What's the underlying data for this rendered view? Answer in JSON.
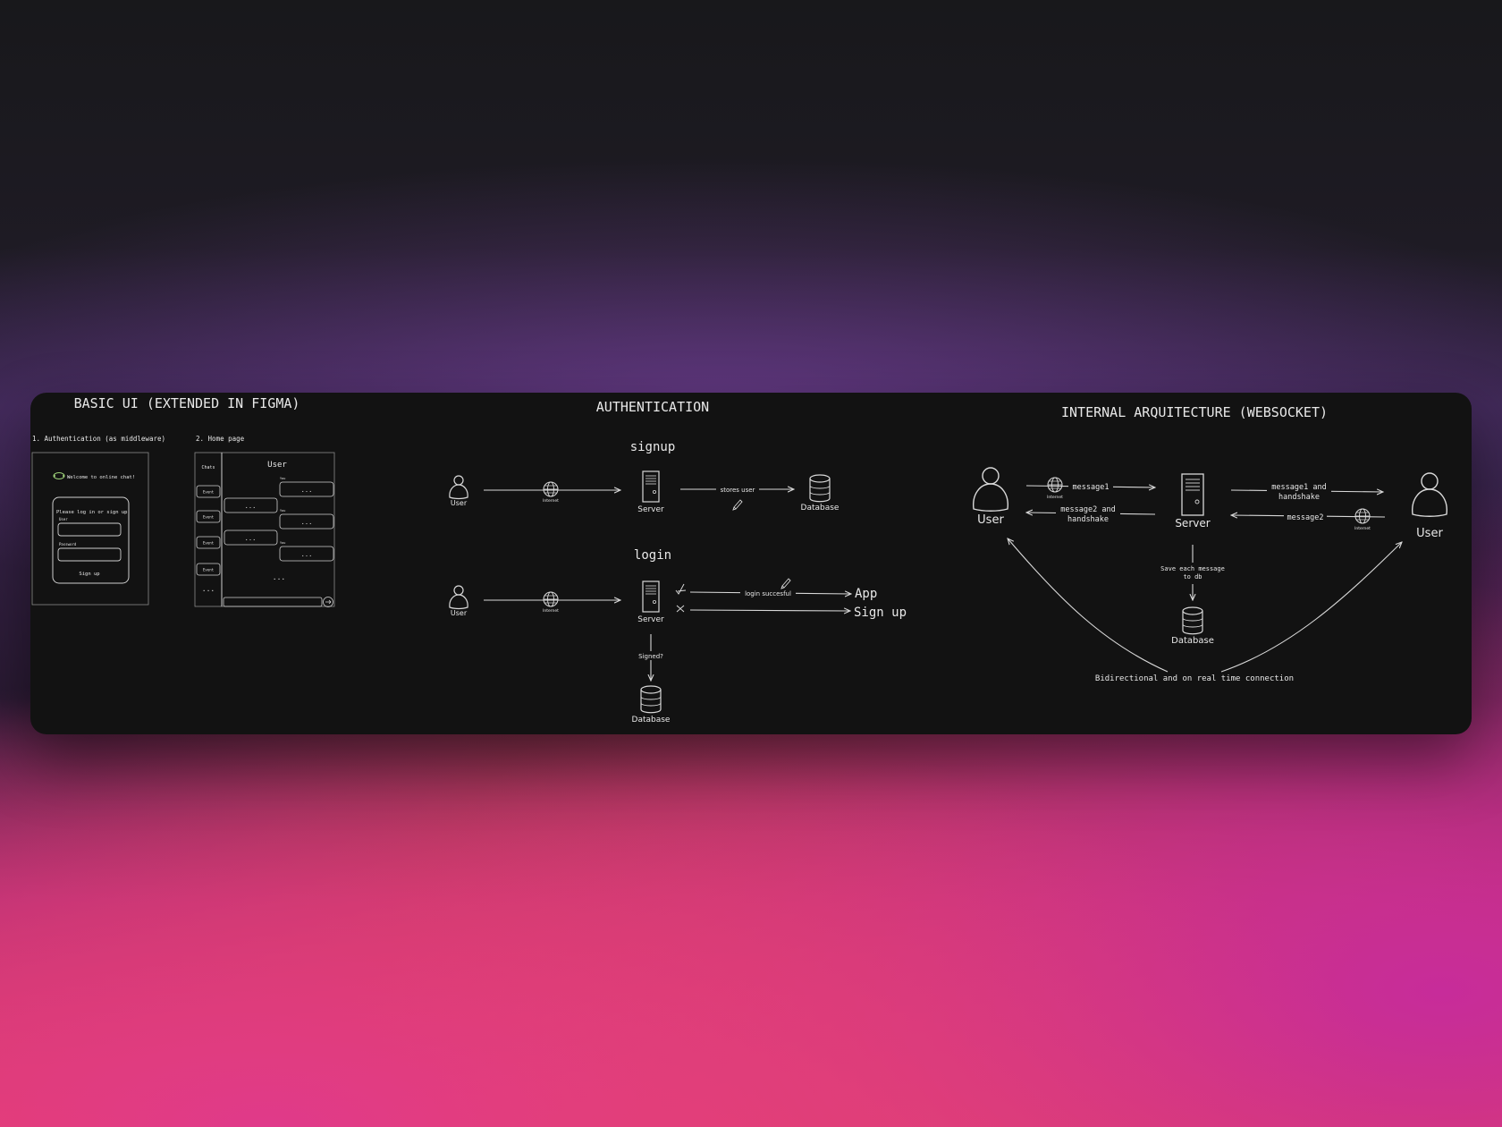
{
  "colors": {
    "canvas_bg": "#121212",
    "stroke": "#d8d8d8",
    "text": "#e8e8e8",
    "logo_accent": "#9fd37a"
  },
  "basic_ui": {
    "title": "BASIC UI (EXTENDED IN FIGMA)",
    "auth_mockup": {
      "heading": "1. Authentication (as middleware)",
      "welcome": "Welcome to online chat!",
      "prompt": "Please log in or sign up",
      "user_label": "User",
      "password_label": "Password",
      "signup_link": "Sign up"
    },
    "home_mockup": {
      "heading": "2. Home page",
      "header_label": "User",
      "sidebar_title": "Chats",
      "chat_items": [
        "Event",
        "Event",
        "Event",
        "Event"
      ],
      "sidebar_more": "...",
      "message_placeholder": "...",
      "you_label": "You",
      "feed_more": "..."
    }
  },
  "authentication": {
    "title": "AUTHENTICATION",
    "signup": {
      "title": "signup",
      "user": "User",
      "internet": "Internet",
      "server": "Server",
      "edge_label": "stores user",
      "database": "Database"
    },
    "login": {
      "title": "login",
      "user": "User",
      "internet": "Internet",
      "server": "Server",
      "success_label": "login succesful",
      "success_target": "App",
      "fail_target": "Sign up",
      "check_label": "Signed?",
      "database": "Database"
    }
  },
  "architecture": {
    "title": "INTERNAL ARQUITECTURE (WEBSOCKET)",
    "user_left": "User",
    "user_right": "User",
    "server": "Server",
    "database": "Database",
    "internet_left": "Internet",
    "internet_right": "Internet",
    "message_left_out": "message1",
    "message_left_in": [
      "message2 and",
      "handshake"
    ],
    "message_right_out": [
      "message1 and",
      "handshake"
    ],
    "message_right_in": "message2",
    "save_label": [
      "Save each message",
      "to db"
    ],
    "connection_label": "Bidirectional and on real time connection"
  }
}
